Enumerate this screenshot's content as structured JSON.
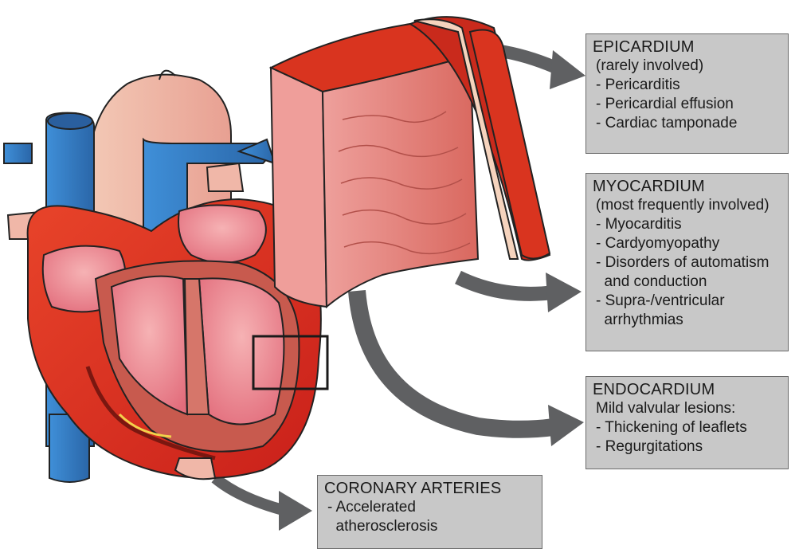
{
  "boxes": {
    "epicardium": {
      "title": "EPICARDIUM",
      "subtitle": "(rarely involved)",
      "items": [
        "- Pericarditis",
        "- Pericardial effusion",
        "- Cardiac tamponade"
      ]
    },
    "myocardium": {
      "title": "MYOCARDIUM",
      "subtitle": "(most frequently involved)",
      "items": [
        "- Myocarditis",
        "- Cardyomyopathy",
        "- Disorders of automatism",
        "  and conduction",
        "- Supra-/ventricular",
        "  arrhythmias"
      ]
    },
    "endocardium": {
      "title": "ENDOCARDIUM",
      "subtitle": "Mild valvular lesions:",
      "items": [
        "- Thickening of leaflets",
        "- Regurgitations"
      ]
    },
    "coronary": {
      "title": "CORONARY ARTERIES",
      "items": [
        "- Accelerated",
        "  atherosclerosis"
      ]
    }
  },
  "colors": {
    "box_fill": "#c8c8c8",
    "arrow": "#5f6062",
    "heart_red": "#d9341f",
    "vein_blue": "#3b7fc4",
    "tissue_pink": "#e98a86"
  }
}
